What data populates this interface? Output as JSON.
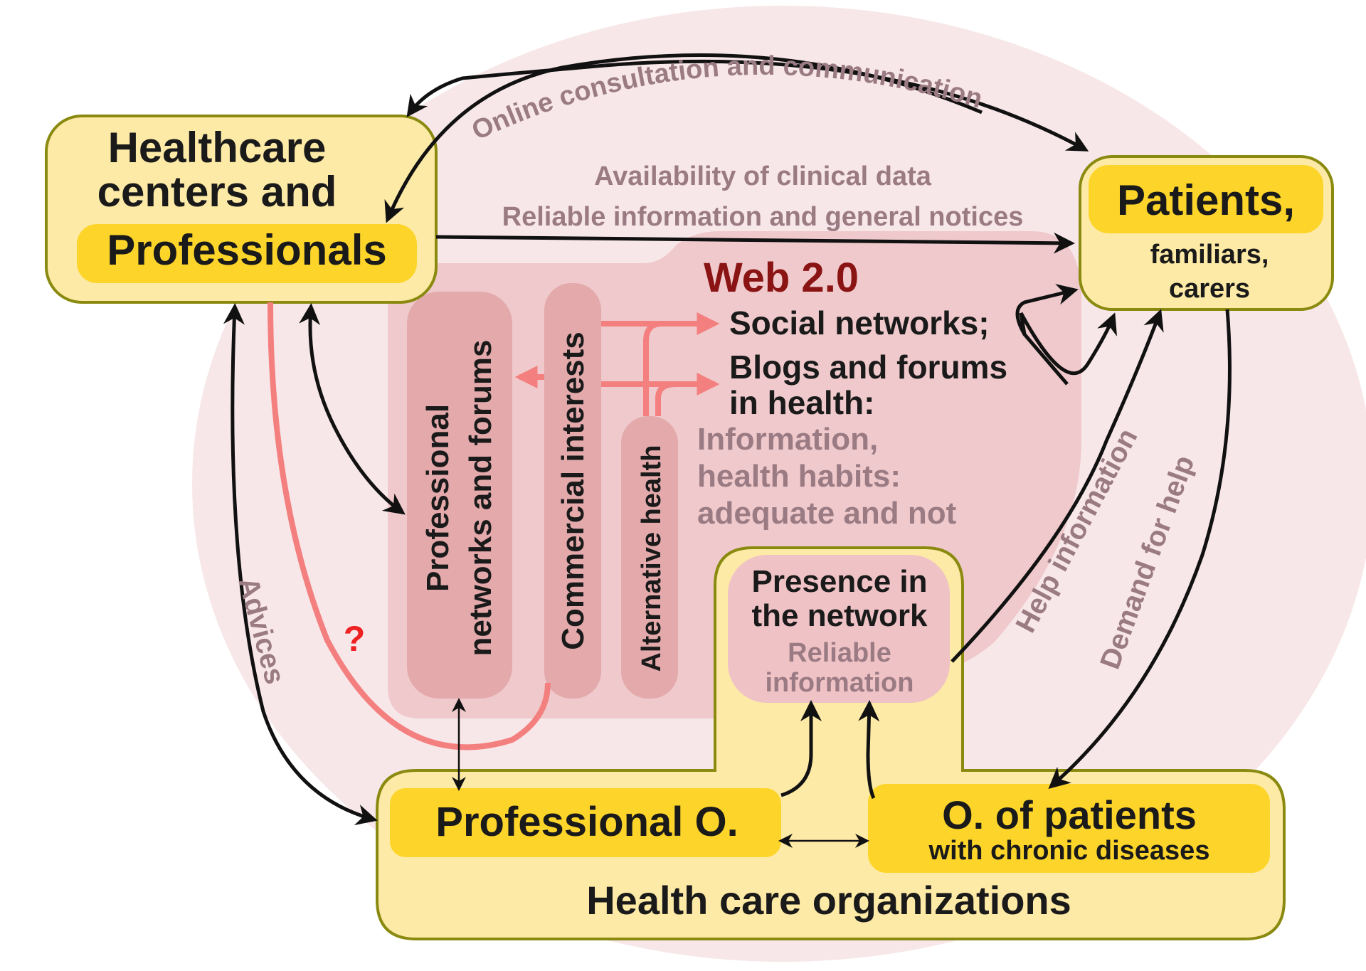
{
  "colors": {
    "box_fill": "#fdeaa6",
    "box_stroke": "#8a8a10",
    "highlight": "#fdd52a",
    "web_area": "#efc9cb",
    "outer_circle": "#f8e7e8",
    "pillar": "#e3a9ab",
    "presence": "#efc2c6",
    "muted_text": "#9b7b83",
    "title_red": "#8a1414",
    "pink_line": "#f47f7f",
    "arrow": "#111111"
  },
  "healthcare": {
    "line1": "Healthcare",
    "line2": "centers and",
    "highlight": "Professionals"
  },
  "patients": {
    "highlight": "Patients,",
    "line1": "familiars,",
    "line2": "carers"
  },
  "organizations": {
    "title": "Health care organizations",
    "professional": "Professional O.",
    "patients_title": "O. of patients",
    "patients_sub": "with chronic diseases"
  },
  "web": {
    "title": "Web 2.0",
    "social": "Social networks;",
    "blogs1": "Blogs and forums",
    "blogs2": "in health:",
    "info1": "Information,",
    "info2": "health habits:",
    "info3": "adequate and not"
  },
  "pillars": {
    "professional1": "Professional",
    "professional2": "networks and forums",
    "commercial": "Commercial interests",
    "alternative": "Alternative health"
  },
  "presence": {
    "line1": "Presence in",
    "line2": "the network",
    "sub1": "Reliable",
    "sub2": "information"
  },
  "labels": {
    "online": "Online consultation and communication",
    "availability": "Availability of clinical data",
    "reliable": "Reliable information and general notices",
    "advices": "Advices",
    "help_info": "Help information",
    "demand": "Demand for help",
    "question": "?"
  }
}
